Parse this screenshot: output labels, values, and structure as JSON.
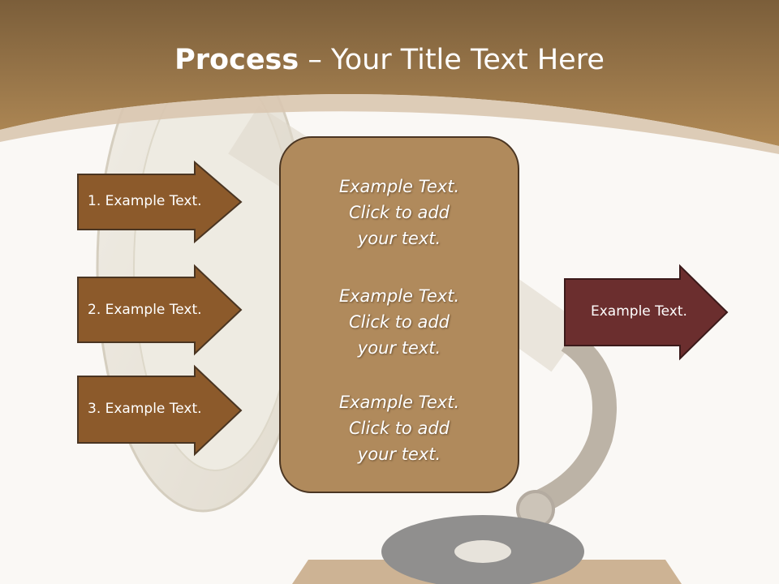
{
  "slide": {
    "title_bold": "Process",
    "title_rest": " – Your Title Text Here",
    "left_arrows": [
      {
        "label": "1. Example Text."
      },
      {
        "label": "2. Example Text."
      },
      {
        "label": "3. Example Text."
      }
    ],
    "center_blocks": [
      {
        "line1": "Example Text.",
        "line2": "Click  to add",
        "line3": "your text."
      },
      {
        "line1": "Example Text.",
        "line2": "Click  to add",
        "line3": "your text."
      },
      {
        "line1": "Example Text.",
        "line2": "Click  to add",
        "line3": "your text."
      }
    ],
    "right_arrow": {
      "label": "Example Text."
    }
  },
  "colors": {
    "header": "#9a7544",
    "left_arrow_fill": "#8c5a2b",
    "right_arrow_fill": "#6b2e2e",
    "center_box_fill": "#b08a5c",
    "outline": "#4a3522"
  },
  "illustration": {
    "name": "gramophone-image"
  }
}
